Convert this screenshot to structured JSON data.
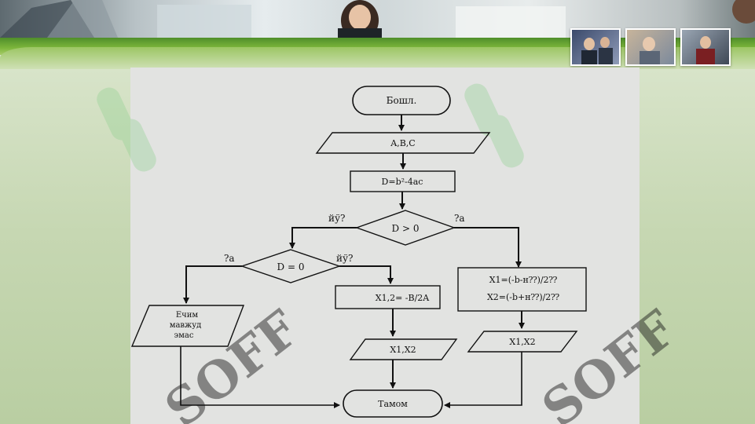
{
  "diagram": {
    "nodes": {
      "start": "Бошл.",
      "input": "A,B,C",
      "discriminant": "D=b²-4ac",
      "decision_positive": "D > 0",
      "decision_zero": "D = 0",
      "no_solution": [
        "Ечим",
        "мавжуд",
        "эмас"
      ],
      "single_root": "X1,2= -B/2A",
      "two_roots_line1": "X1=(-b-н⁇)/2⁇",
      "two_roots_line2": "X2=(-b+н⁇)/2⁇",
      "output_single": "X1,X2",
      "output_double": "X1,X2",
      "end": "Тамом"
    },
    "edge_labels": {
      "positive_no": "йў?",
      "positive_yes": "?а",
      "zero_yes": "?а",
      "zero_no": "йў?"
    }
  },
  "watermark": {
    "text_1": "SOFF",
    "text_2": "SOFF"
  },
  "colors": {
    "accent_green": "#7db63c",
    "panel": "#e2e3e1",
    "stroke": "#111111"
  }
}
